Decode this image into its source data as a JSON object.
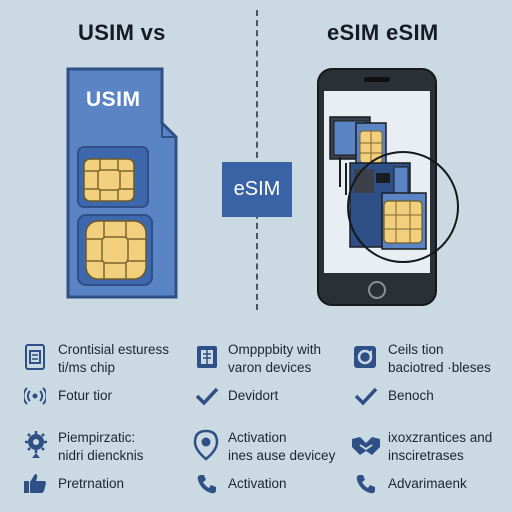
{
  "titles": {
    "left": "USIM vs",
    "right": "eSIM eSIM"
  },
  "usim_card": {
    "label": "USIM"
  },
  "esim_box": {
    "label": "eSIM"
  },
  "features": {
    "col1": [
      {
        "line1": "Crontisial esturess",
        "line2": "ti/ms chip",
        "icon": "sim-card-icon"
      },
      {
        "line1": "Fotur tior",
        "line2": "",
        "icon": "signal-icon"
      },
      {
        "line1": "Piempirzatic:",
        "line2": "nidri diencknis",
        "icon": "gear-location-icon"
      },
      {
        "line1": "Pretrnation",
        "line2": "",
        "icon": "thumbs-up-icon"
      }
    ],
    "col2": [
      {
        "line1": "Ompppbity with",
        "line2": "varon devices",
        "icon": "chip-card-icon"
      },
      {
        "line1": "Devidort",
        "line2": "",
        "icon": "checkmark-icon"
      },
      {
        "line1": "Activation",
        "line2": "ines ause devicey",
        "icon": "location-pin-icon"
      },
      {
        "line1": "Activation",
        "line2": "",
        "icon": "phone-icon"
      }
    ],
    "col3": [
      {
        "line1": "Ceils tion",
        "line2": "baciotred ·bleses",
        "icon": "sim-refresh-icon"
      },
      {
        "line1": "Benoch",
        "line2": "",
        "icon": "checkmark-icon"
      },
      {
        "line1": "ixoxzrantices and",
        "line2": "insciretrases",
        "icon": "handshake-icon"
      },
      {
        "line1": "Advarimaenk",
        "line2": "",
        "icon": "phone-icon"
      }
    ]
  },
  "colors": {
    "background": "#cad9e2",
    "card_blue": "#5b84c4",
    "dark_blue": "#2f5086",
    "gold": "#f1cf7c"
  }
}
